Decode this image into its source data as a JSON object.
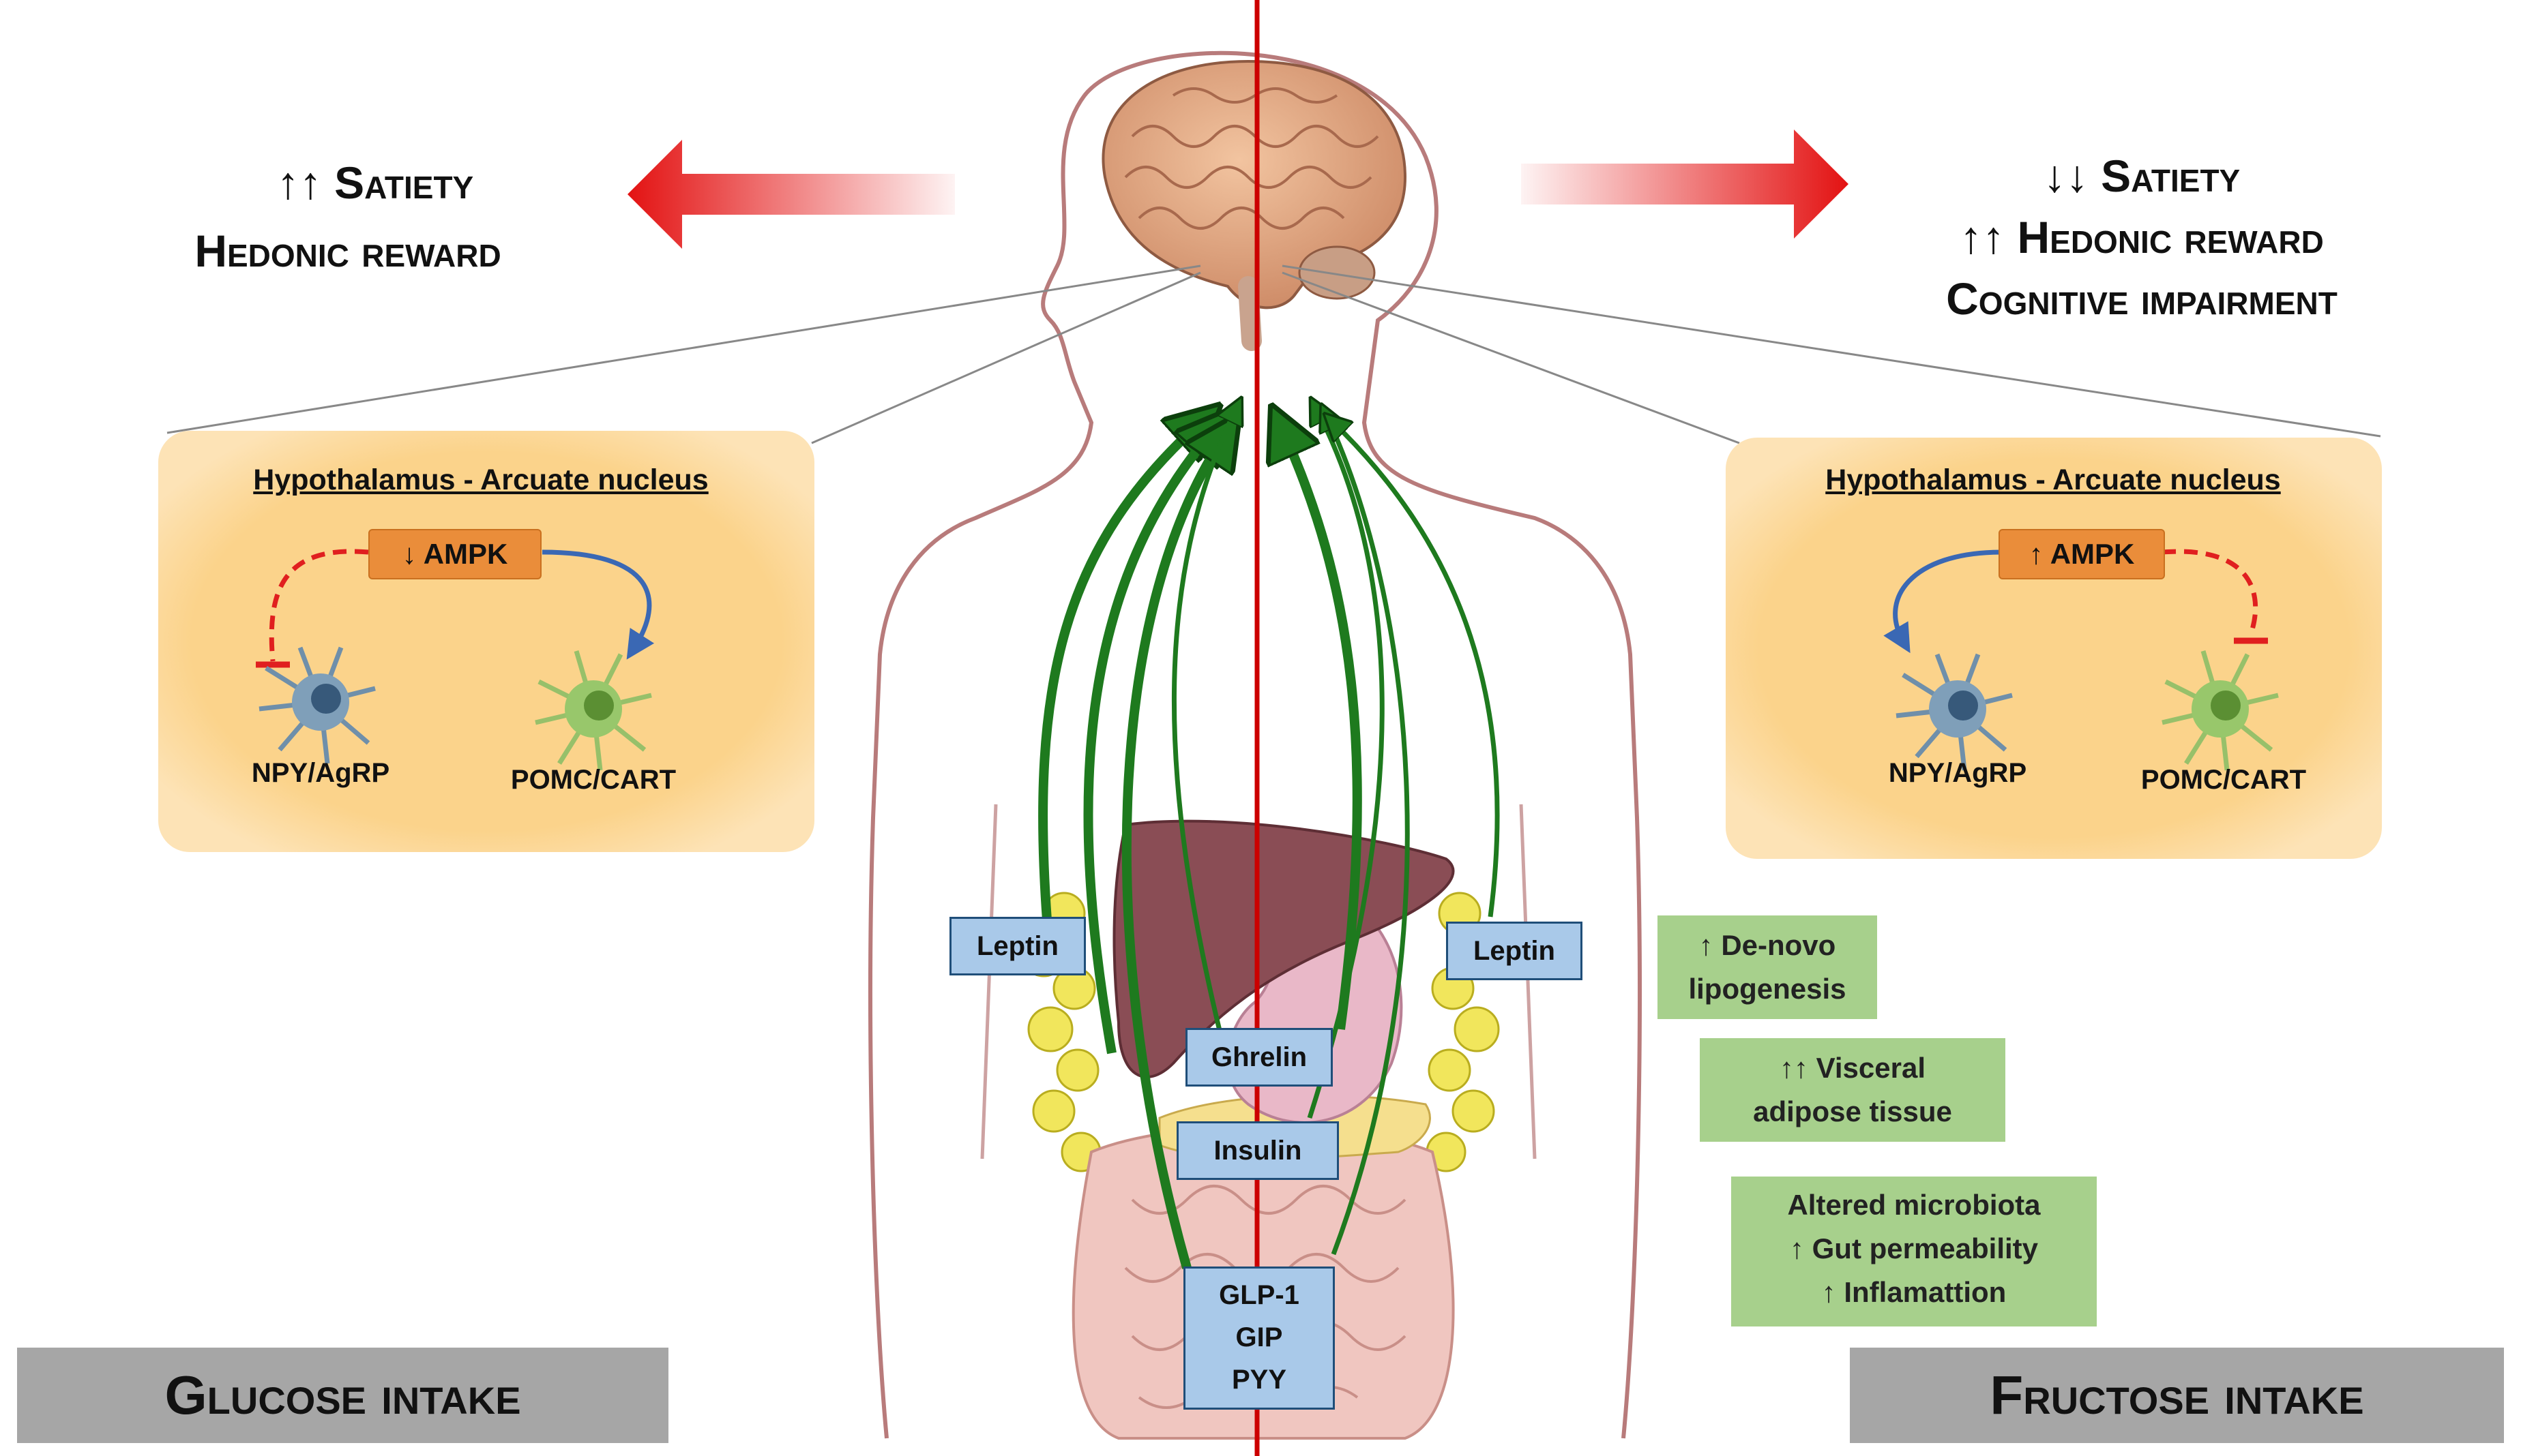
{
  "left": {
    "effects": [
      "↑↑ Satiety",
      "Hedonic reward"
    ],
    "hypothalamus_title": "Hypothalamus - Arcuate nucleus",
    "ampk": "↓ AMPK",
    "neurons": [
      "NPY/AgRP",
      "POMC/CART"
    ],
    "intake": "Glucose intake"
  },
  "right": {
    "effects": [
      "↓↓ Satiety",
      "↑↑ Hedonic reward",
      "Cognitive impairment"
    ],
    "hypothalamus_title": "Hypothalamus - Arcuate nucleus",
    "ampk": "↑ AMPK",
    "neurons": [
      "NPY/AgRP",
      "POMC/CART"
    ],
    "intake": "Fructose intake"
  },
  "hormones": {
    "leptin_left": "Leptin",
    "leptin_right": "Leptin",
    "ghrelin": "Ghrelin",
    "insulin": "Insulin",
    "gut": [
      "GLP-1",
      "GIP",
      "PYY"
    ]
  },
  "fructose_effects": [
    [
      "↑ De-novo",
      "lipogenesis"
    ],
    [
      "↑↑ Visceral",
      "adipose tissue"
    ],
    [
      "Altered microbiota",
      "↑ Gut permeability",
      "↑ Inflamattion"
    ]
  ],
  "colors": {
    "panel": "#fbd38b",
    "ampk": "#ea8d3a",
    "hormone_box": "#a9c9e9",
    "effect_box": "#a7d08c",
    "intake_box": "#a6a6a6",
    "divider": "#cc0000",
    "arrow": "#1e7a1e"
  }
}
